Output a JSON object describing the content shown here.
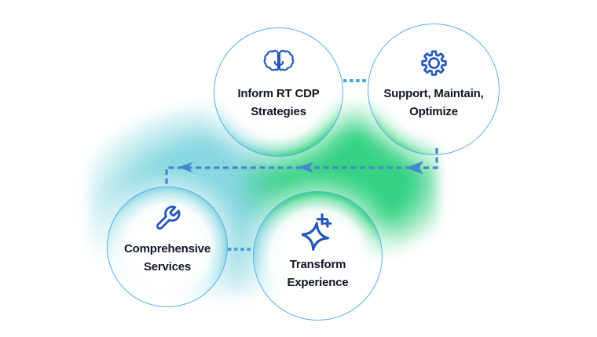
{
  "diagram": {
    "nodes": [
      {
        "id": "inform-rt-cdp-strategies",
        "icon": "brain-icon",
        "line1": "Inform RT CDP",
        "line2": "Strategies"
      },
      {
        "id": "support-maintain-optimize",
        "icon": "gear-icon",
        "line1": "Support, Maintain,",
        "line2": "Optimize"
      },
      {
        "id": "comprehensive-services",
        "icon": "wrench-icon",
        "line1": "Comprehensive",
        "line2": "Services"
      },
      {
        "id": "transform-experience",
        "icon": "sparkle-icon",
        "line1": "Transform",
        "line2": "Experience"
      }
    ],
    "connections": [
      {
        "from": "inform-rt-cdp-strategies",
        "to": "support-maintain-optimize",
        "style": "dashed"
      },
      {
        "from": "comprehensive-services",
        "to": "transform-experience",
        "style": "dashed"
      },
      {
        "from": "support-maintain-optimize",
        "to": "comprehensive-services",
        "style": "dashed-arrows-left"
      }
    ],
    "colors": {
      "blob_cyan": "#82d5df",
      "blob_green": "#2ed17e",
      "circle_border": "#5caee5",
      "icon_stroke": "#2257b8",
      "arrow_blue": "#4289cc",
      "connector_teal": "#45a4d6",
      "text": "#101722"
    }
  }
}
